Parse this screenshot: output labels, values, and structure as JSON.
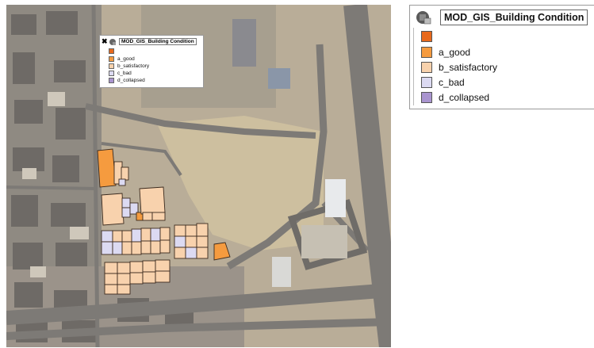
{
  "layer": {
    "title": "MOD_GIS_Building Condition",
    "icon": "layer-stack-icon",
    "heading_color": "#e8691c"
  },
  "legend_items": [
    {
      "label": "a_good",
      "color": "#f59b3f"
    },
    {
      "label": "b_satisfactory",
      "color": "#f8d2ad"
    },
    {
      "label": "c_bad",
      "color": "#dcdaf2"
    },
    {
      "label": "d_collapsed",
      "color": "#a994cf"
    }
  ],
  "inset": {
    "close_glyph": "✖"
  }
}
